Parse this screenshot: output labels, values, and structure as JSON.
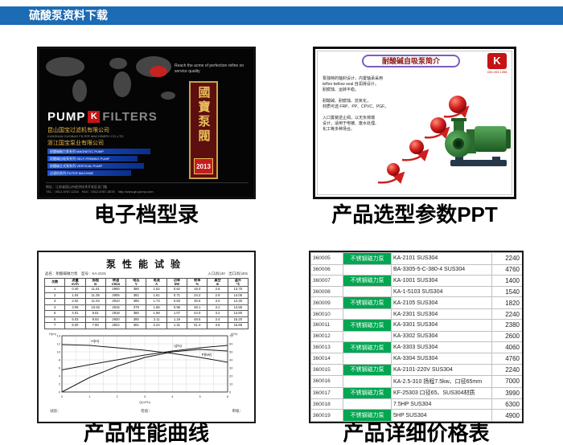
{
  "colors": {
    "header_blue": "#1b6bb5",
    "price_green": "#00a651",
    "brand_red": "#c41414",
    "banner_gold": "#e8c05a"
  },
  "header": {
    "title": "硫酸泵资料下载"
  },
  "captions": {
    "catalog": "电子档型录",
    "ppt": "产品选型参数PPT",
    "curve": "产品性能曲线",
    "price": "产品详细价格表"
  },
  "catalog": {
    "tagline": "Reach the acme of perfection refine on service quality",
    "brand_pump": "PUMP",
    "brand_k": "K",
    "brand_filters": "FILTERS",
    "company_cn_1": "昆山国宝过滤机有限公司",
    "company_en_1": "KUNSHAN GUOBAO FILTER MACHINERY CO.,LTD.",
    "company_cn_2": "浙江国宝泵业有限公司",
    "product_lines": [
      "耐酸碱磁力泵系列 MAGNETIC PUMP",
      "耐酸碱自吸泵系列 SELF-PRIMING PUMP",
      "耐酸碱立式泵系列 VERTICAL PUMP",
      "过滤机系列 FILTER MACHINE"
    ],
    "banner_text": "國寶泵閥",
    "year": "2013",
    "footer_text": "地址：江苏省昆山市经济技术开发区北门路\nTEL：0512-5767-1234　FAX：0512-5767-5678　http://www.gb-pump.com"
  },
  "ppt": {
    "title": "耐酸碱自吸泵简介",
    "logo_letter": "K",
    "logo_phone": "400-093-1358",
    "body_text": "泵独特的轴封设计，内置轴承采用\nteflon bellow seal 自润滑设计，\n耐腐蚀、运转平稳。\n\n耐酸碱、耐腐蚀、抗氧化，\n材质可选 FRP、PP、CPVC、PGF。\n\n入口置装逆止阀，以无负荷端\n设计，适用于电镀、废水处理、\n化工等多种场合。"
  },
  "perf": {
    "title": "泵性能试验",
    "sub_left": "品名：耐酸碱磁力泵　型号：KA-2101",
    "sub_right": "入口(标)40　出口(标)40s",
    "table": {
      "headers": [
        "次数",
        "流量\nm³/h",
        "扬程\nm",
        "转速\nr/min",
        "电压\nV",
        "电流\nA",
        "功率\nkW",
        "效率\n%",
        "真空\nm",
        "温升\n℃"
      ],
      "rows": [
        [
          "1",
          "0.40",
          "11.61",
          "2900",
          "380",
          "1.52",
          "0.62",
          "18.4",
          "2.8",
          "13.75"
        ],
        [
          "2",
          "1.04",
          "11.35",
          "2905",
          "381",
          "1.61",
          "0.71",
          "24.2",
          "2.9",
          "14.05"
        ],
        [
          "3",
          "2.02",
          "11.04",
          "2910",
          "380",
          "1.73",
          "0.83",
          "30.6",
          "3.0",
          "14.30"
        ],
        [
          "4",
          "3.05",
          "10.52",
          "2915",
          "379",
          "1.86",
          "0.95",
          "38.1",
          "3.1",
          "14.55"
        ],
        [
          "5",
          "4.01",
          "9.81",
          "2918",
          "380",
          "1.98",
          "1.07",
          "44.0",
          "3.2",
          "14.80"
        ],
        [
          "6",
          "5.03",
          "8.92",
          "2920",
          "380",
          "2.11",
          "1.19",
          "48.6",
          "3.4",
          "15.20"
        ],
        [
          "7",
          "6.00",
          "7.80",
          "2922",
          "381",
          "2.24",
          "1.31",
          "51.3",
          "3.6",
          "15.68"
        ]
      ]
    },
    "footer_left": "试验：",
    "footer_mid": "检验：",
    "footer_right": "审核：",
    "ylabel_left": "H(m)",
    "ylabel_right": "η(%)",
    "xlabel": "Q(m³/h)"
  },
  "chart_data": {
    "type": "line",
    "title": "泵性能试验",
    "x": [
      0,
      1,
      2,
      3,
      4,
      5,
      6
    ],
    "xlabel": "Q (m³/h)",
    "ylim_left": [
      0,
      14
    ],
    "ylim_right": [
      0,
      70
    ],
    "grid": true,
    "legend_position": "inline",
    "series": [
      {
        "name": "H(m)",
        "axis": "left",
        "scale_max": 14,
        "values": [
          11.8,
          11.6,
          11.0,
          10.4,
          9.6,
          8.6,
          7.4
        ]
      },
      {
        "name": "η(%)",
        "axis": "right",
        "scale_max": 70,
        "values": [
          0,
          18,
          32,
          43,
          50,
          53,
          51
        ]
      },
      {
        "name": "P(kW)",
        "axis": "left",
        "scale_max": 1.4,
        "values": [
          0.55,
          0.68,
          0.8,
          0.92,
          1.02,
          1.1,
          1.16
        ]
      }
    ]
  },
  "price_table": {
    "rows": [
      {
        "no": "360005",
        "category": "不锈钢磁力泵",
        "green": true,
        "model": "KA-2101 SUS304",
        "price": "2240"
      },
      {
        "no": "360006",
        "category": "",
        "green": false,
        "model": "BA-3305-5-C-380-4 SUS304",
        "price": "4760"
      },
      {
        "no": "360007",
        "category": "不锈钢磁力泵",
        "green": true,
        "model": "KA-1001 SUS304",
        "price": "1400"
      },
      {
        "no": "360008",
        "category": "",
        "green": false,
        "model": "KA-1-5103 SUS304",
        "price": "1540"
      },
      {
        "no": "360009",
        "category": "不锈钢磁力泵",
        "green": true,
        "model": "KA-2105 SUS304",
        "price": "1820"
      },
      {
        "no": "360010",
        "category": "",
        "green": false,
        "model": "KA-2301 SUS304",
        "price": "2240"
      },
      {
        "no": "360011",
        "category": "不锈钢磁力泵",
        "green": true,
        "model": "KA-3301 SUS304",
        "price": "2380"
      },
      {
        "no": "360012",
        "category": "",
        "green": false,
        "model": "KA-3302 SUS304",
        "price": "2600"
      },
      {
        "no": "360013",
        "category": "不锈钢磁力泵",
        "green": true,
        "model": "KA-3303 SUS304",
        "price": "4060"
      },
      {
        "no": "360014",
        "category": "",
        "green": false,
        "model": "KA-3304 SUS304",
        "price": "4760"
      },
      {
        "no": "360015",
        "category": "不锈钢磁力泵",
        "green": true,
        "model": "KA-2101-220V SUS304",
        "price": "2240"
      },
      {
        "no": "360016",
        "category": "",
        "green": false,
        "model": "KA-2.5-310 扬程7.5kw、口径65mm",
        "price": "7000"
      },
      {
        "no": "360017",
        "category": "不锈钢磁力泵",
        "green": true,
        "model": "KF-25303 口径65、SUS304材质",
        "price": "3990"
      },
      {
        "no": "360018",
        "category": "",
        "green": false,
        "model": "7.5HP SUS304",
        "price": "6300"
      },
      {
        "no": "360019",
        "category": "不锈钢磁力泵",
        "green": true,
        "model": "5HP SUS304",
        "price": "4900"
      }
    ]
  }
}
